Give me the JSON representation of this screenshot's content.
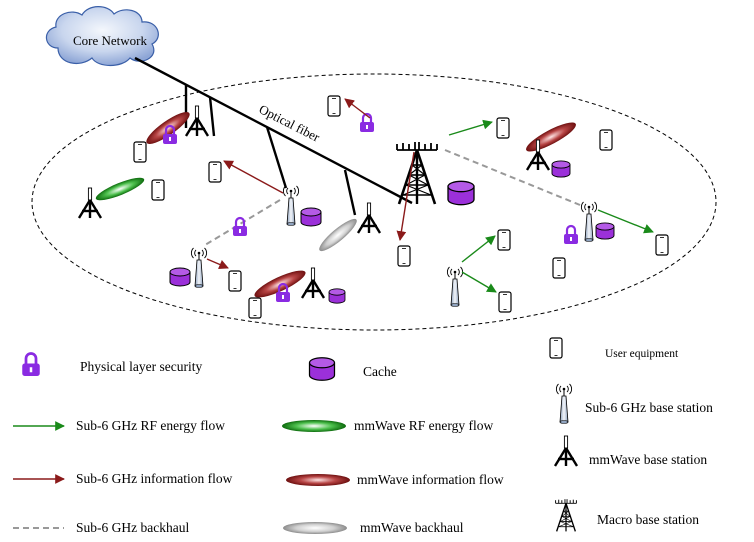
{
  "diagram": {
    "core_network_label": "Core Network",
    "fiber_label": "Optical fiber"
  },
  "legend": {
    "security": "Physical layer security",
    "cache": "Cache",
    "user_equipment": "User equipment",
    "sub6_energy": "Sub-6 GHz RF energy flow",
    "mmw_energy": "mmWave RF energy flow",
    "sub6_bs": "Sub-6 GHz base station",
    "mmw_bs": "mmWave base station",
    "sub6_info": "Sub-6 GHz information flow",
    "mmw_info": "mmWave information flow",
    "sub6_backhaul": "Sub-6 GHz backhaul",
    "mmw_backhaul": "mmWave backhaul",
    "macro_bs": "Macro base station"
  },
  "colors": {
    "energy_green": "#1a8a1a",
    "info_red": "#8b1a1a",
    "backhaul_gray": "#999999",
    "purple": "#8a2be2",
    "cloud_blue": "#6f8fc9"
  }
}
